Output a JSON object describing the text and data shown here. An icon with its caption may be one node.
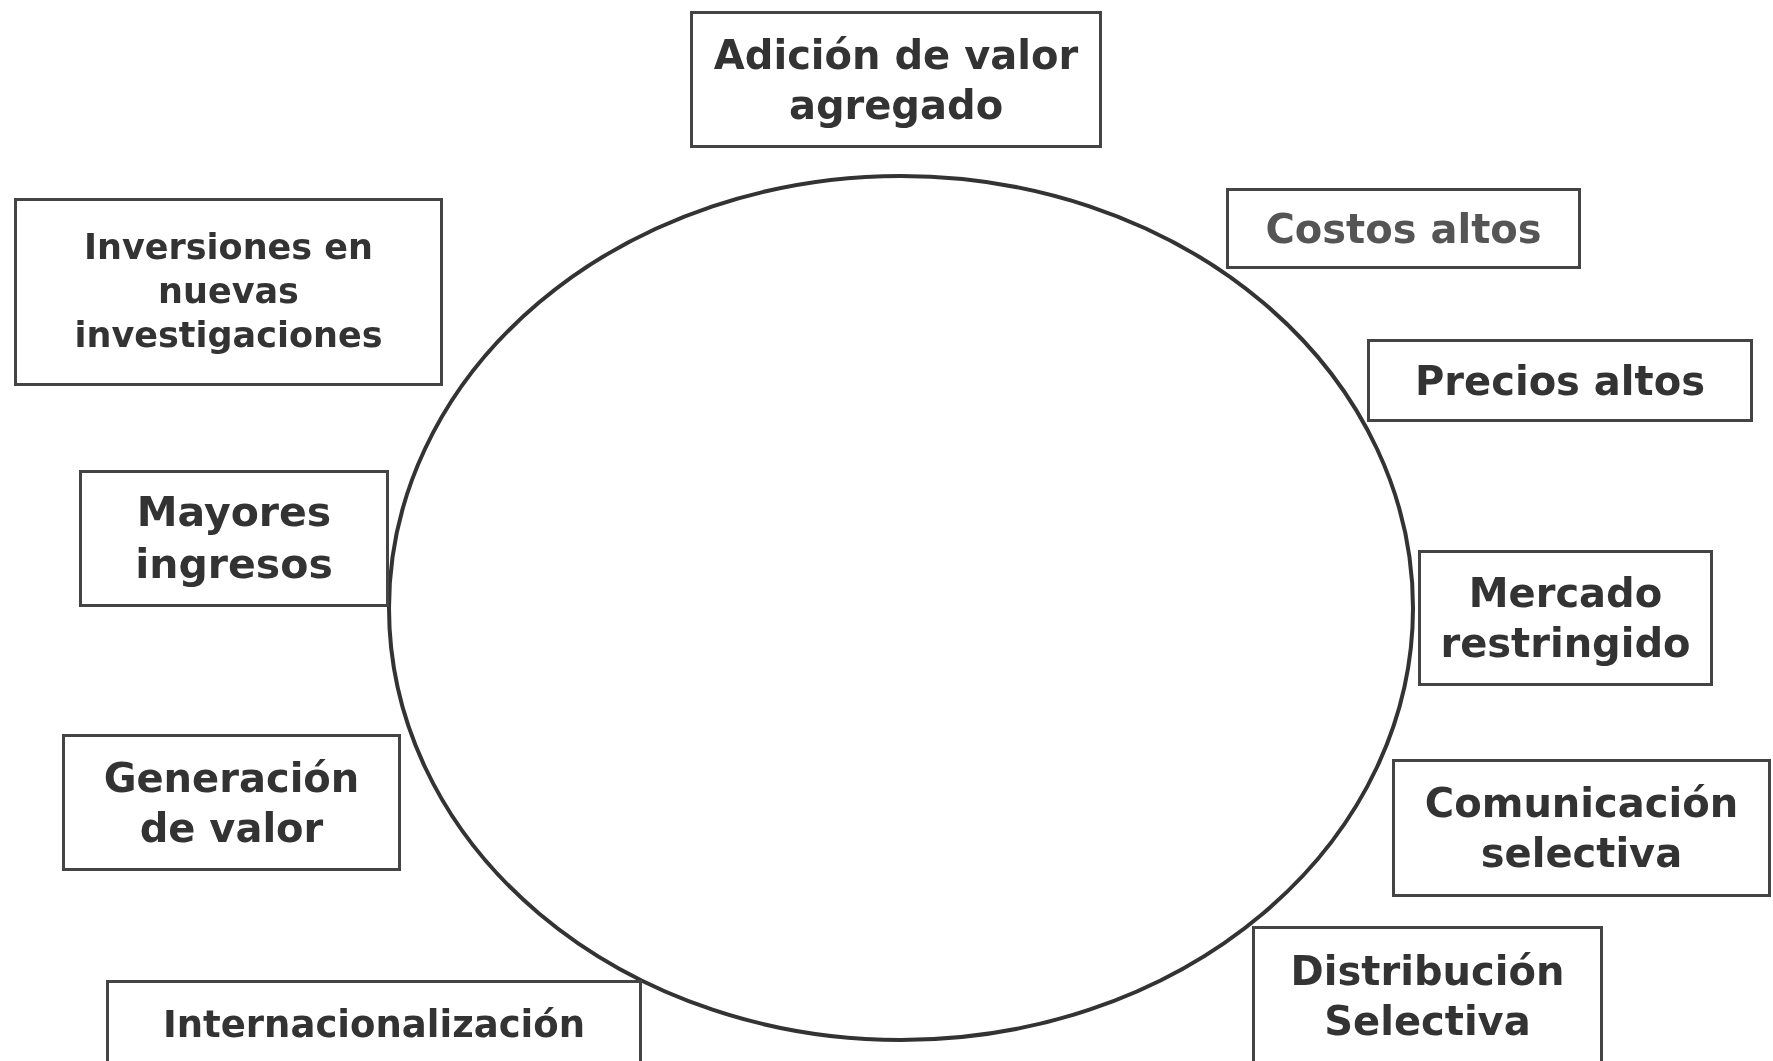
{
  "diagram": {
    "nodes": [
      {
        "text": [
          "Adición de valor agregado"
        ]
      },
      {
        "text": [
          "Costos altos"
        ]
      },
      {
        "text": [
          "Inversiones en nuevas investigaciones"
        ]
      },
      {
        "text": [
          "Precios altos"
        ]
      },
      {
        "text": [
          "Mayores ingresos"
        ]
      },
      {
        "text": [
          "Mercado restringido"
        ]
      },
      {
        "text": [
          "Generación de valor"
        ]
      },
      {
        "text": [
          "Comunicación selectiva"
        ]
      },
      {
        "text": [
          "Distribución Selectiva"
        ]
      },
      {
        "text": [
          "Internacionalización"
        ]
      },
      {
        "text": [],
        "shape": "circle"
      }
    ]
  }
}
